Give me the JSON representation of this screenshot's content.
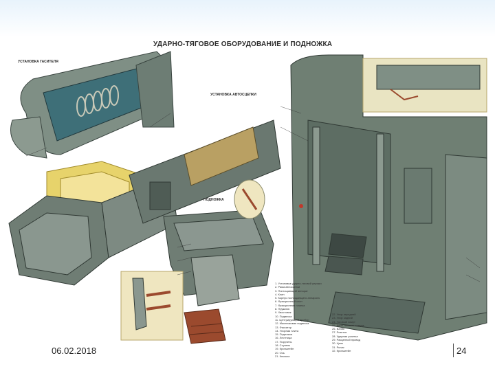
{
  "slide": {
    "date": "06.02.2018",
    "page_number": "24"
  },
  "drawing": {
    "title": "УДАРНО-ТЯГОВОЕ ОБОРУДОВАНИЕ И ПОДНОЖКА",
    "section_labels": {
      "draft_gear": "УСТАНОВКА ГАСИТЕЛЯ",
      "coupler": "УСТАНОВКА АВТОСЦЕПКИ",
      "step": "ПОДНОЖКА"
    },
    "legend_col1": "1. Установка ударно-тяговой упряжи\n2. Рама автосцепки\n3. Поглощающий аппарат\n4. Клин\n5. Корпус поглощающего аппарата\n6. Фрикционный клин\n7. Фрикционная планка\n8. Пружина\n9. Хвостовик\n10. Подвеска\n11. Центрирующий прибор\n12. Маятниковая подвеска\n13. Фиксатор\n14. Упорная плита\n15. Подножка\n16. Лестница\n17. Поручень\n18. Ступень\n19. Кронштейн\n20. Ось\n21. Крышка",
    "legend_col2": "22. Упор передний\n23. Упор задний\n24. Тяговый хомут\n25. Клин тягового хомута\n26. Валик\n27. Розетка\n28. Ударная розетка\n29. Расцепной привод\n30. Цепь\n31. Рычаг\n32. Кронштейн"
  }
}
